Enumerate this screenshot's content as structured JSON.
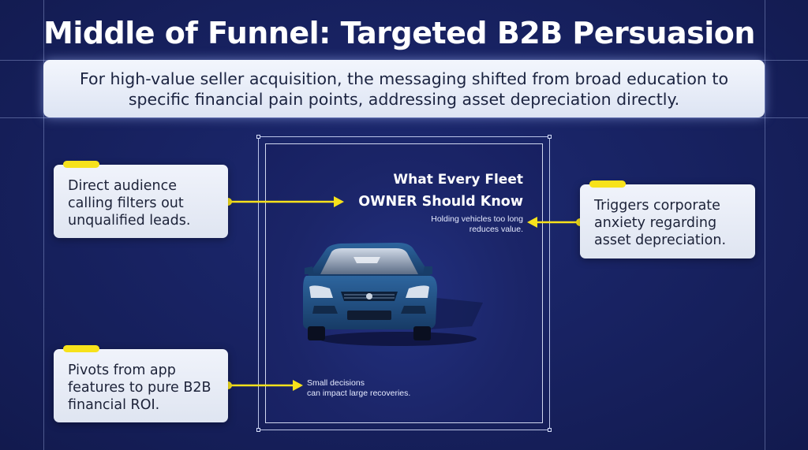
{
  "title": "Middle of Funnel: Targeted B2B Persuasion",
  "subtitle": "For high-value seller acquisition, the messaging shifted from broad education to specific financial pain points, addressing asset depreciation directly.",
  "notes": {
    "top_left": "Direct audience\ncalling filters out\nunqualified leads.",
    "bottom_left": "Pivots from app\nfeatures to pure B2B\nfinancial ROI.",
    "right": "Triggers corporate\nanxiety regarding\nasset depreciation."
  },
  "ad": {
    "headline_line1": "What Every Fleet",
    "headline_line2": "OWNER  Should Know",
    "caption_top": "Holding vehicles too long\nreduces value.",
    "caption_bottom": "Small decisions\ncan impact large recoveries."
  },
  "colors": {
    "background": "#17215f",
    "accent_yellow": "#f7e21b",
    "card": "#eef1f8",
    "car_body": "#1f4c80"
  },
  "icons": {
    "car": "car-illustration"
  }
}
